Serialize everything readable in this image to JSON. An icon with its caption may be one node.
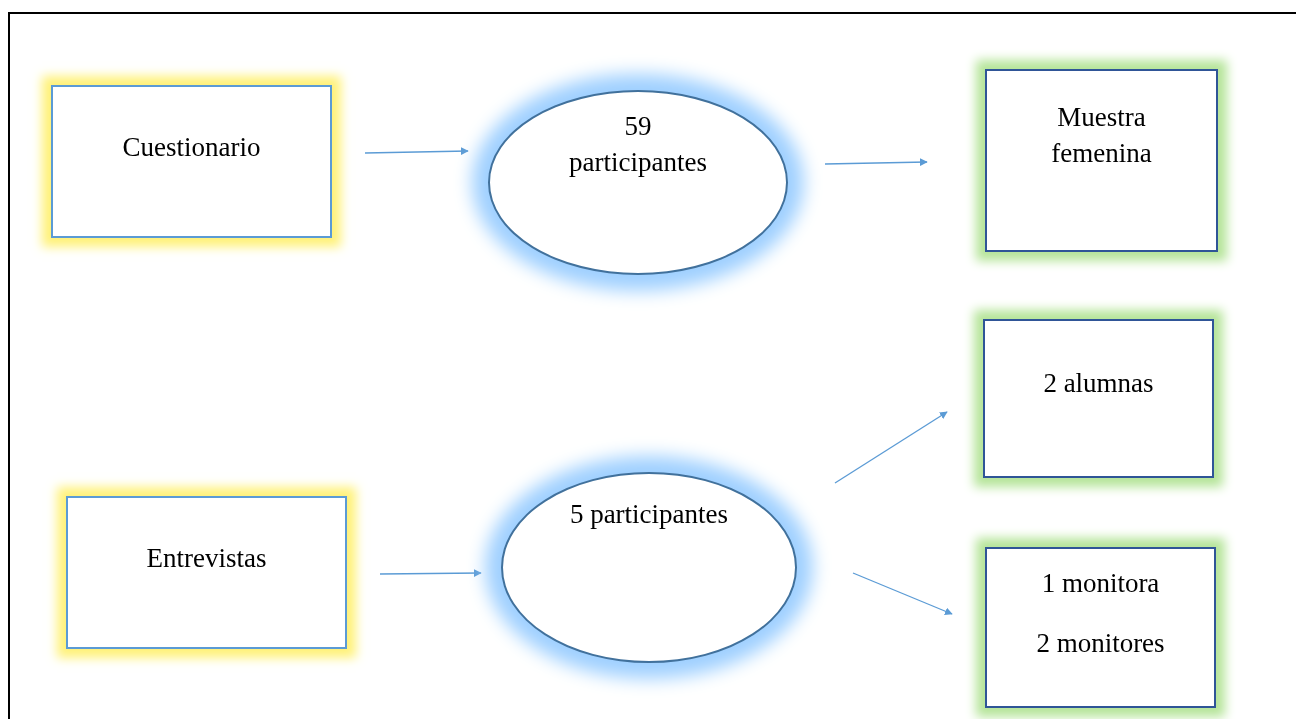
{
  "diagram": {
    "nodes": [
      {
        "text": [
          "Cuestionario"
        ]
      },
      {
        "text": [
          "59 participantes"
        ]
      },
      {
        "text": [
          "Muestra femenina"
        ]
      },
      {
        "text": [
          "Entrevistas"
        ]
      },
      {
        "text": [
          "5 participantes"
        ]
      },
      {
        "text": [
          "2 alumnas"
        ]
      },
      {
        "text": [
          "1 monitora",
          "2 monitores"
        ]
      }
    ],
    "edges": [
      {
        "from": 0,
        "to": 1,
        "arrow": "to"
      },
      {
        "from": 1,
        "to": 2,
        "arrow": "to"
      },
      {
        "from": 3,
        "to": 4,
        "arrow": "to"
      },
      {
        "from": 4,
        "to": 5,
        "arrow": "to"
      },
      {
        "from": 4,
        "to": 6,
        "arrow": "to"
      }
    ]
  }
}
